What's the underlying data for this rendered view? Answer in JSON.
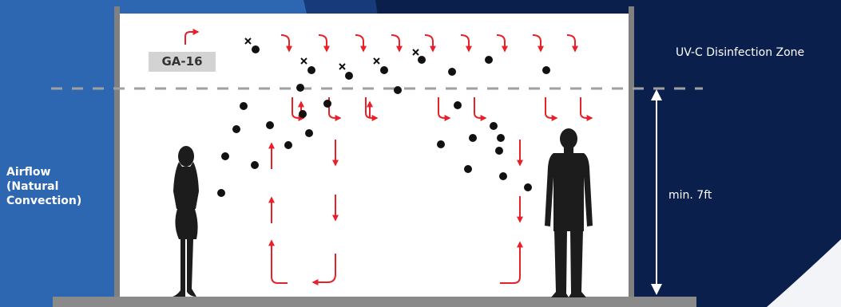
{
  "labels": {
    "airflow": [
      "Airflow",
      "(Natural",
      "Convection)"
    ],
    "uv_zone": "UV-C Disinfection Zone",
    "min_height": "min. 7ft",
    "device": "GA-16"
  },
  "colors": {
    "background_left": "#2e67b1",
    "background_right": "#0b1f4d",
    "room": "#ffffff",
    "walls": "#808080",
    "airflow_arrows": "#e8202a",
    "particles": "#111111",
    "silhouettes": "#1c1c1c",
    "dashed_line": "#a0a0a0"
  },
  "icons": [
    "woman-silhouette",
    "man-silhouette",
    "curved-arrow",
    "x-mark",
    "particle-dot"
  ]
}
